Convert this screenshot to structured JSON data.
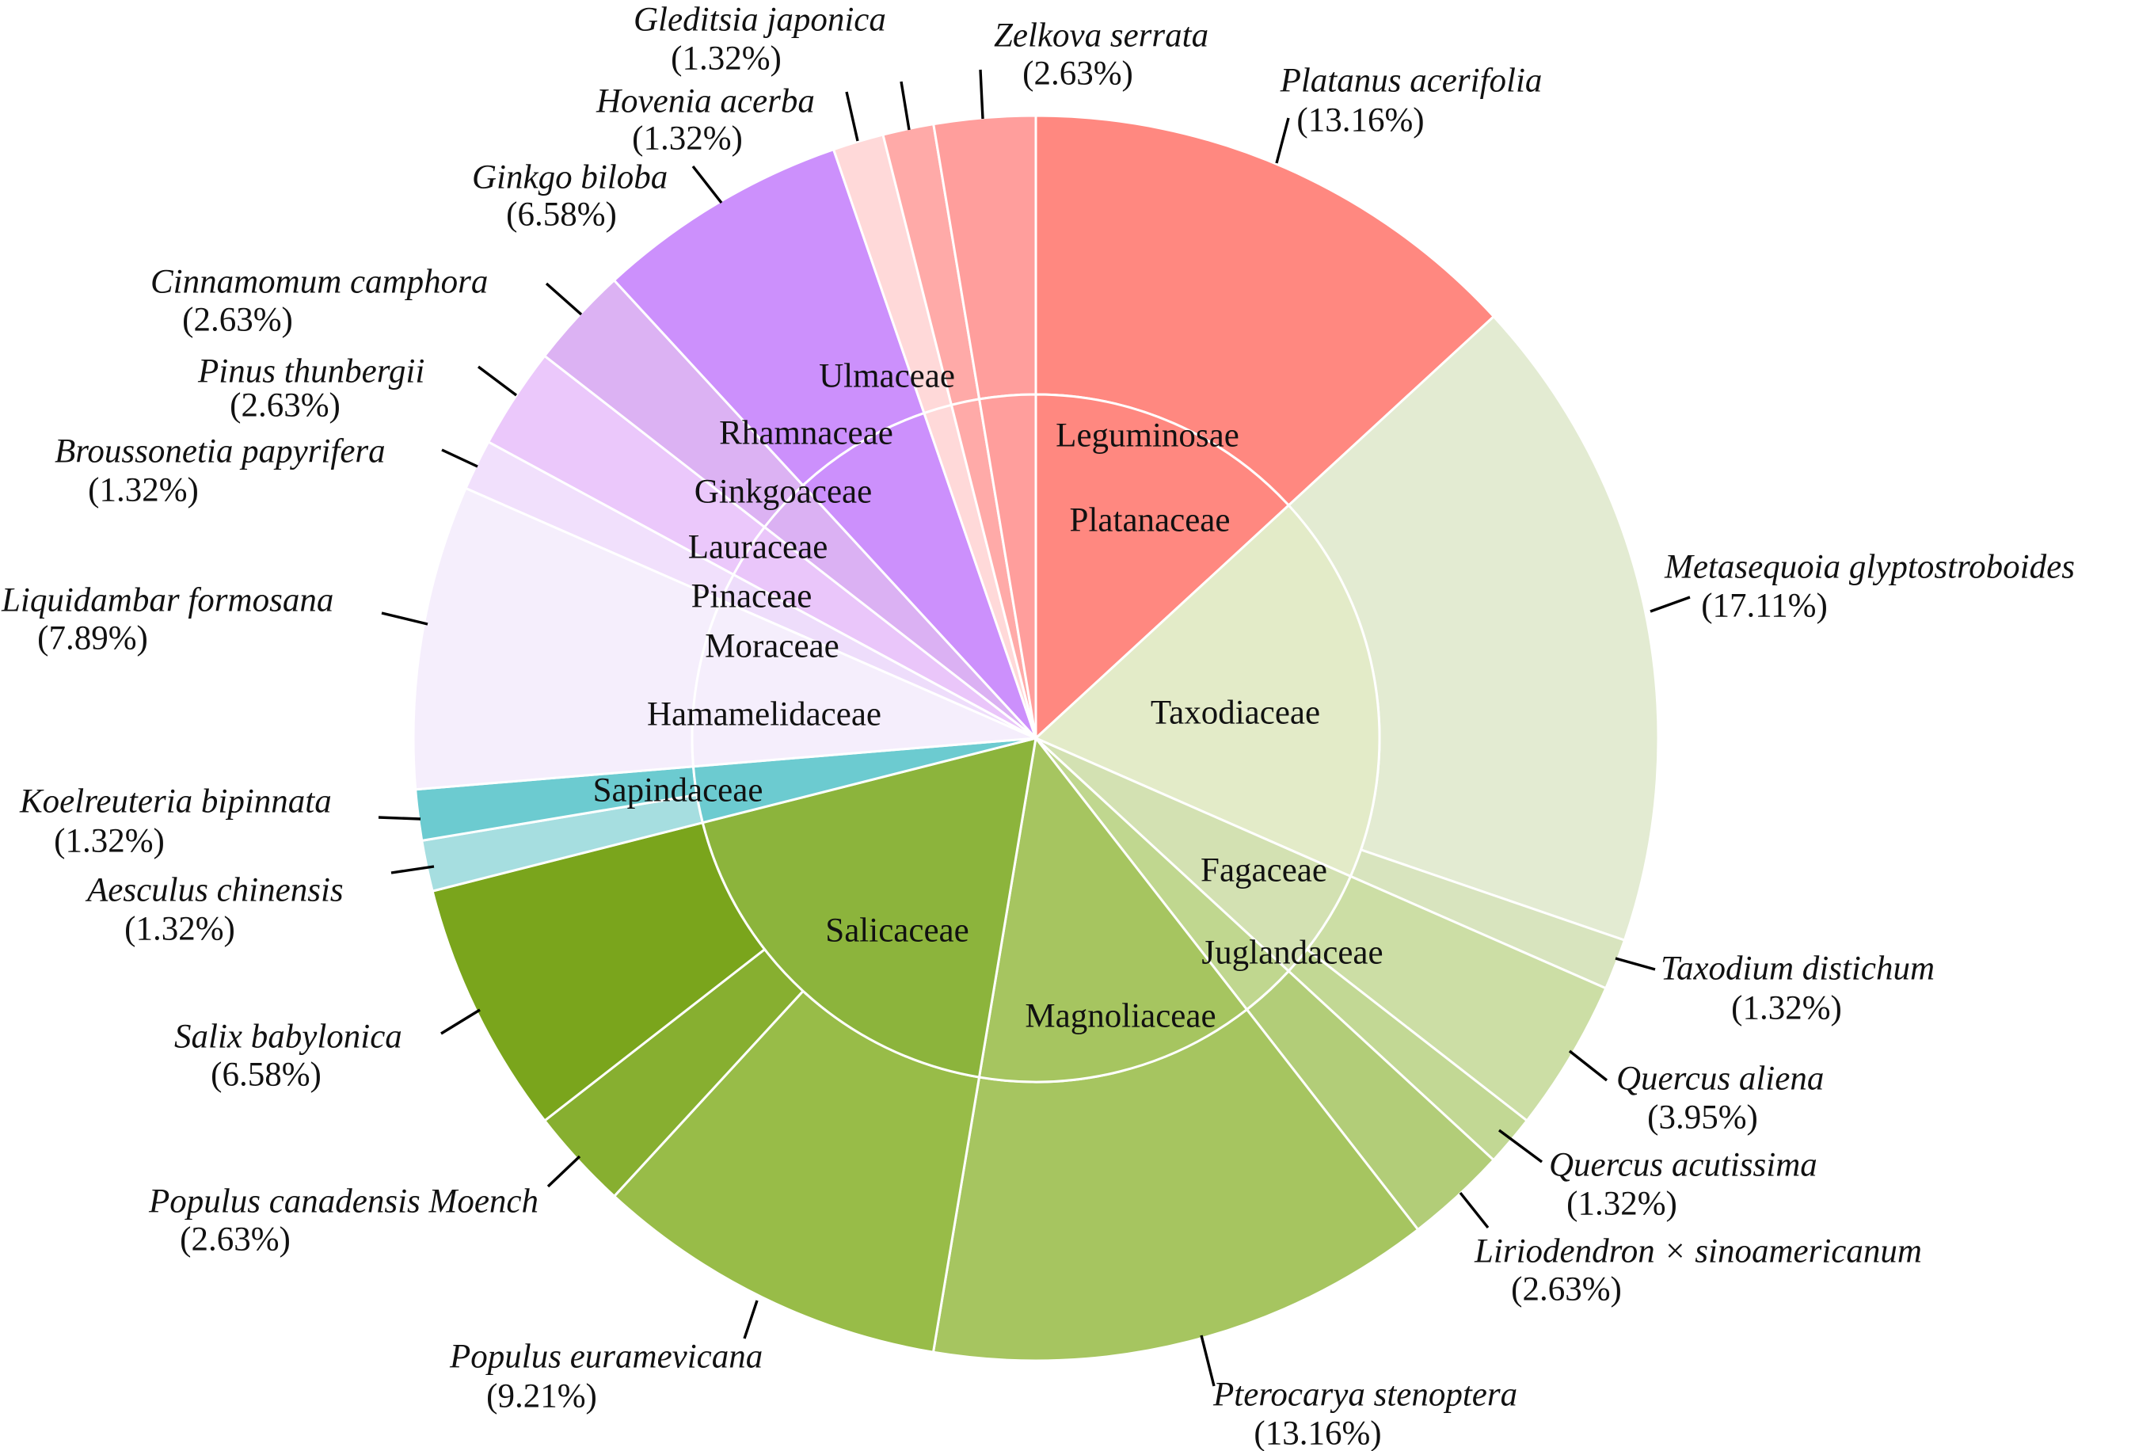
{
  "chart_data": {
    "type": "pie",
    "title": "",
    "inner_ring": [
      {
        "label": "Platanaceae",
        "color": "#FF8880"
      },
      {
        "label": "Taxodiaceae",
        "color": "#E3EBC8"
      },
      {
        "label": "Fagaceae",
        "color": "#D3E1B2"
      },
      {
        "label": "Juglandaceae",
        "color": "#C0D78F"
      },
      {
        "label": "Magnoliaceae",
        "color": "#A6C560"
      },
      {
        "label": "Salicaceae",
        "color": "#8CB43C"
      },
      {
        "label": "Sapindaceae",
        "color": "#6CCBD0"
      },
      {
        "label": "Hamamelidaceae",
        "color": "#F5EEFC"
      },
      {
        "label": "Moraceae",
        "color": "#EEDDFB"
      },
      {
        "label": "Pinaceae",
        "color": "#EAC6FA"
      },
      {
        "label": "Lauraceae",
        "color": "#DBB1F3"
      },
      {
        "label": "Ginkgoaceae",
        "color": "#CC90FC"
      },
      {
        "label": "Rhamnaceae",
        "color": "#FFD9D9"
      },
      {
        "label": "Leguminosae",
        "color": "#FFAAA8"
      },
      {
        "label": "Ulmaceae",
        "color": "#FF9E9C"
      }
    ],
    "outer_ring": [
      {
        "name": "Platanus acerifolia",
        "pct_label": "(13.16%)",
        "value": 13.16,
        "family": "Platanaceae",
        "color": "#FF8880"
      },
      {
        "name": "Metasequoia glyptostroboides",
        "pct_label": "(17.11%)",
        "value": 17.11,
        "family": "Taxodiaceae",
        "color": "#E3EBD2"
      },
      {
        "name": "Taxodium distichum",
        "pct_label": "(1.32%)",
        "value": 1.32,
        "family": "Taxodiaceae",
        "color": "#D8E4BE"
      },
      {
        "name": "Quercus aliena",
        "pct_label": "(3.95%)",
        "value": 3.95,
        "family": "Fagaceae",
        "color": "#CCDEA5"
      },
      {
        "name": "Quercus acutissima",
        "pct_label": "(1.32%)",
        "value": 1.32,
        "family": "Fagaceae",
        "color": "#C2D894"
      },
      {
        "name": "Liriodendron × sinoamericanum",
        "pct_label": "(2.63%)",
        "value": 2.63,
        "family": "Juglandaceae",
        "color": "#B2CD78"
      },
      {
        "name": "Pterocarya stenoptera",
        "pct_label": "(13.16%)",
        "value": 13.16,
        "family": "Magnoliaceae",
        "color": "#A6C560"
      },
      {
        "name": "Populus euramevicana",
        "pct_label": "(9.21%)",
        "value": 9.21,
        "family": "Salicaceae",
        "color": "#98BC48"
      },
      {
        "name": "Populus canadensis Moench",
        "pct_label": "(2.63%)",
        "value": 2.63,
        "family": "Salicaceae",
        "color": "#87AF30"
      },
      {
        "name": "Salix babylonica",
        "pct_label": "(6.58%)",
        "value": 6.58,
        "family": "Salicaceae",
        "color": "#7AA51C"
      },
      {
        "name": "Aesculus chinensis",
        "pct_label": "(1.32%)",
        "value": 1.32,
        "family": "Sapindaceae",
        "color": "#A6DEE0"
      },
      {
        "name": "Koelreuteria bipinnata",
        "pct_label": "(1.32%)",
        "value": 1.32,
        "family": "Sapindaceae",
        "color": "#6CCBD0"
      },
      {
        "name": "Liquidambar formosana",
        "pct_label": "(7.89%)",
        "value": 7.89,
        "family": "Hamamelidaceae",
        "color": "#F5EEFC"
      },
      {
        "name": "Broussonetia papyrifera",
        "pct_label": "(1.32%)",
        "value": 1.32,
        "family": "Moraceae",
        "color": "#F1E0FC"
      },
      {
        "name": "Pinus thunbergii",
        "pct_label": "(2.63%)",
        "value": 2.63,
        "family": "Pinaceae",
        "color": "#EBC8FB"
      },
      {
        "name": "Cinnamomum camphora",
        "pct_label": "(2.63%)",
        "value": 2.63,
        "family": "Lauraceae",
        "color": "#DCB2F3"
      },
      {
        "name": "Ginkgo biloba",
        "pct_label": "(6.58%)",
        "value": 6.58,
        "family": "Ginkgoaceae",
        "color": "#CC90FC"
      },
      {
        "name": "Hovenia acerba",
        "pct_label": "(1.32%)",
        "value": 1.32,
        "family": "Rhamnaceae",
        "color": "#FFD9D9"
      },
      {
        "name": "Gleditsia japonica",
        "pct_label": "(1.32%)",
        "value": 1.32,
        "family": "Leguminosae",
        "color": "#FFAAA8"
      },
      {
        "name": "Zelkova serrata",
        "pct_label": "(2.63%)",
        "value": 2.63,
        "family": "Ulmaceae",
        "color": "#FF9E9C"
      }
    ]
  }
}
